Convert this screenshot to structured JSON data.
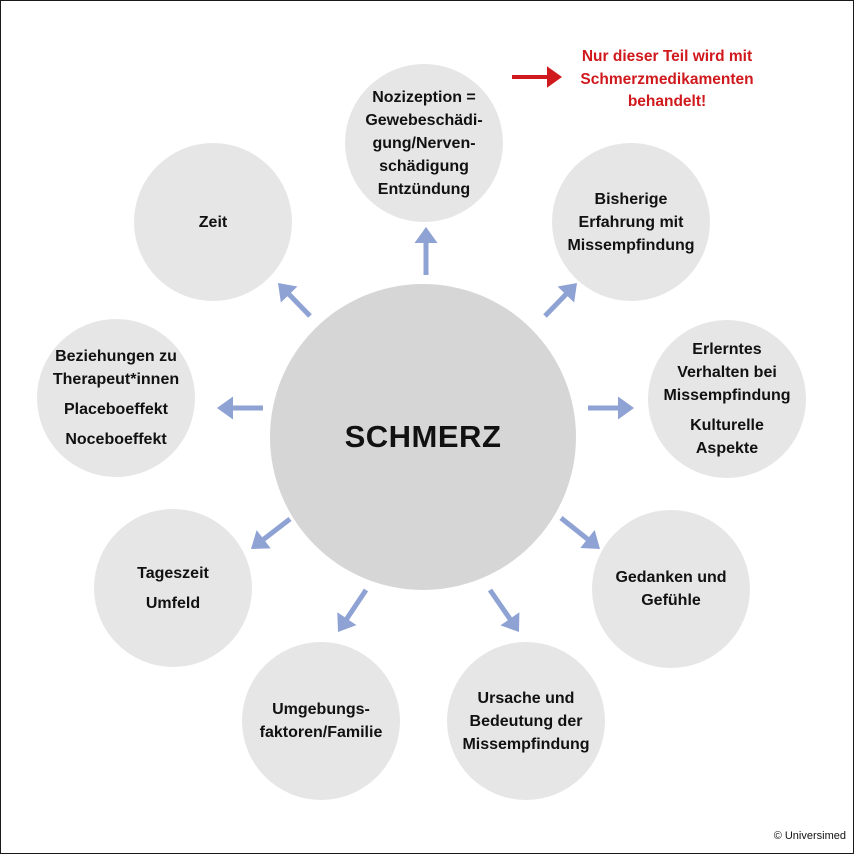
{
  "center": {
    "label": "SCHMERZ"
  },
  "nodes": {
    "nozizeption": {
      "lines": [
        "Nozizeption =",
        "Gewebeschädi-",
        "gung/Nerven-",
        "schädigung",
        "Entzündung"
      ]
    },
    "erfahrung": {
      "lines": [
        "Bisherige",
        "Erfahrung mit",
        "Missempfindung"
      ]
    },
    "verhalten": {
      "lines": [
        "Erlerntes",
        "Verhalten bei",
        "Missempfindung"
      ],
      "lines2": [
        "Kulturelle",
        "Aspekte"
      ]
    },
    "gedanken": {
      "lines": [
        "Gedanken und",
        "Gefühle"
      ]
    },
    "ursache": {
      "lines": [
        "Ursache und",
        "Bedeutung der",
        "Missempfindung"
      ]
    },
    "umgebung": {
      "lines": [
        "Umgebungs-",
        "faktoren/Familie"
      ]
    },
    "tageszeit": {
      "lines": [
        "Tageszeit"
      ],
      "lines2": [
        "Umfeld"
      ]
    },
    "beziehungen": {
      "lines": [
        "Beziehungen zu",
        "Therapeut*innen"
      ],
      "lines2": [
        "Placeboeffekt"
      ],
      "lines3": [
        "Noceboeffekt"
      ]
    },
    "zeit": {
      "lines": [
        "Zeit"
      ]
    }
  },
  "note": {
    "lines": [
      "Nur dieser Teil wird mit",
      "Schmerzmedikamenten",
      "behandelt!"
    ]
  },
  "copyright": "© Universimed",
  "colors": {
    "node_fill": "#e6e6e6",
    "center_fill": "#d6d6d6",
    "arrow": "#8fa2d4",
    "note_text": "#d0191d",
    "note_arrow": "#d0191d"
  }
}
